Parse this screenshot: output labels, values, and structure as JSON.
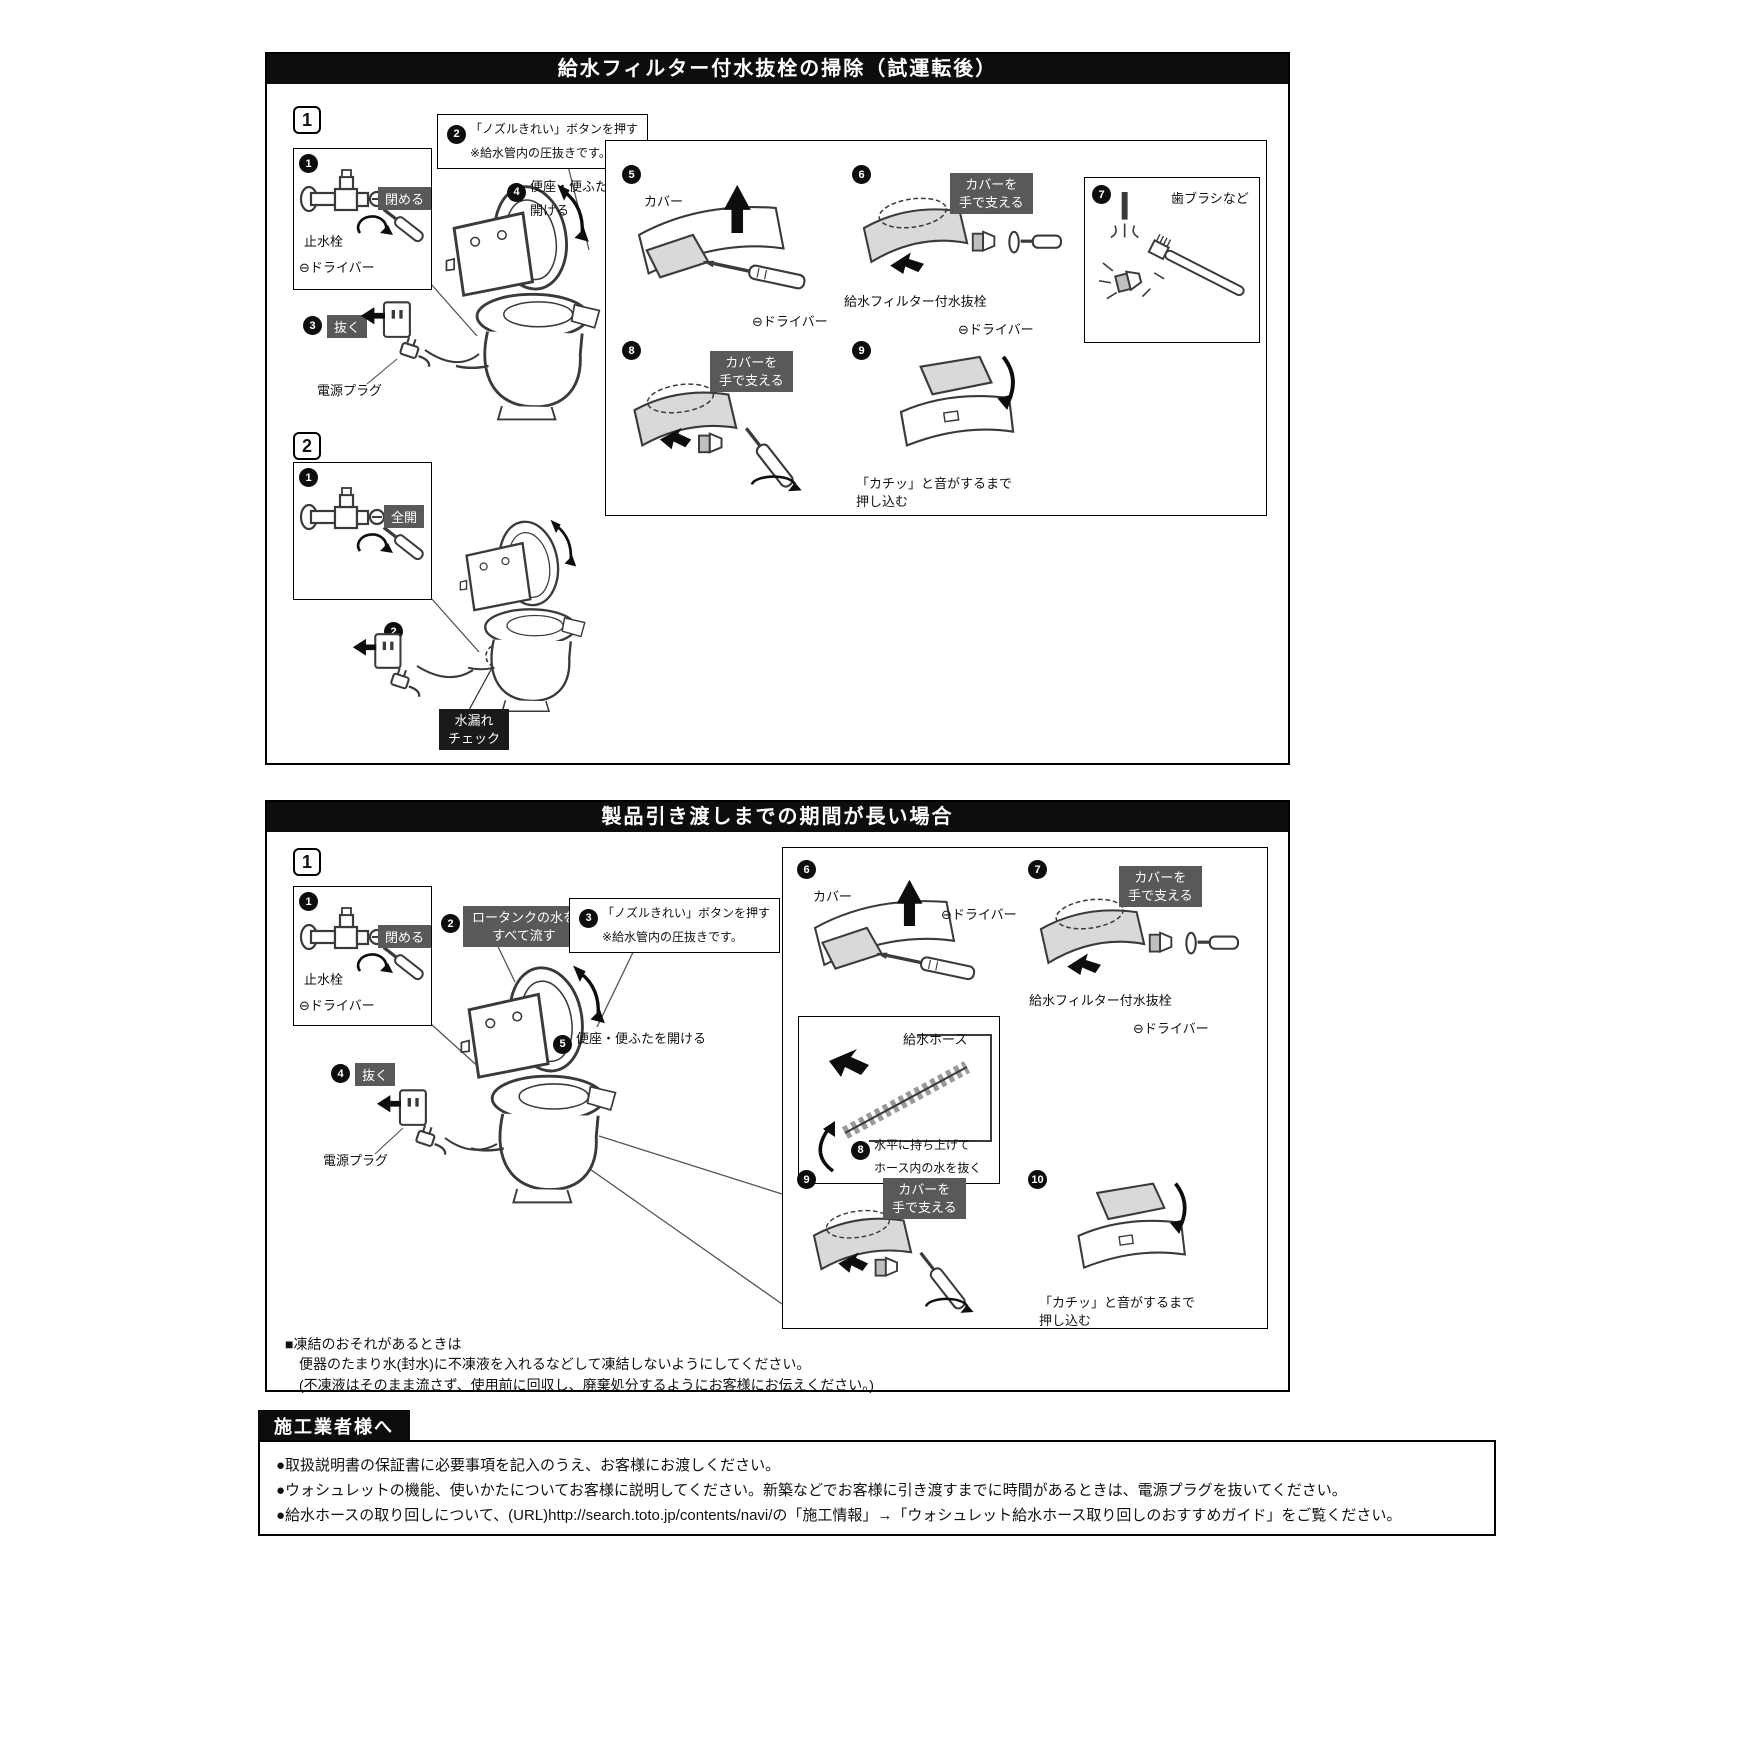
{
  "colors": {
    "header_bg": "#0d0d0d",
    "badge_bg": "#58595b",
    "leak_badge_bg": "#1a1a1a",
    "line_ink": "#3a3a3a"
  },
  "nums": {
    "n1": "1",
    "n2": "2",
    "n3": "3",
    "n4": "4",
    "n5": "5",
    "n6": "6",
    "n7": "7",
    "n8": "8",
    "n9": "9",
    "n10": "10"
  },
  "common": {
    "close": "閉める",
    "full_open": "全開",
    "stop_valve": "止水栓",
    "driver": "⊖ドライバー",
    "nozzle_line1": "「ノズルきれい」ボタンを押す",
    "nozzle_line2": "※給水管内の圧抜きです。",
    "pull": "抜く",
    "power_plug": "電源プラグ",
    "cover": "カバー",
    "hold_line1": "カバーを",
    "hold_line2": "手で支える",
    "filter_valve": "給水フィルター付水抜栓",
    "click_line1": "「カチッ」と音がするまで",
    "click_line2": "押し込む"
  },
  "section1": {
    "title": "給水フィルター付水抜栓の掃除（試運転後）",
    "step1_label": "1",
    "step2_label": "2",
    "open_seat_line1": "便座・便ふたを",
    "open_seat_line2": "開ける",
    "leak_line1": "水漏れ",
    "leak_line2": "チェック",
    "toothbrush": "歯ブラシなど"
  },
  "section2": {
    "title": "製品引き渡しまでの期間が長い場合",
    "step1_label": "1",
    "tank_line1": "ロータンクの水を",
    "tank_line2": "すべて流す",
    "open_seat": "便座・便ふたを開ける",
    "hose_label": "給水ホース",
    "hose_line1": "水平に持ち上げて",
    "hose_line2": "ホース内の水を抜く",
    "freeze_line1": "■凍結のおそれがあるときは",
    "freeze_line2": "便器のたまり水(封水)に不凍液を入れるなどして凍結しないようにしてください。",
    "freeze_line3": "(不凍液はそのまま流さず、使用前に回収し、廃棄処分するようにお客様にお伝えください。)"
  },
  "contractor": {
    "title": "施工業者様へ",
    "bullets": [
      "●取扱説明書の保証書に必要事項を記入のうえ、お客様にお渡しください。",
      "●ウォシュレットの機能、使いかたについてお客様に説明してください。新築などでお客様に引き渡すまでに時間があるときは、電源プラグを抜いてください。",
      "●給水ホースの取り回しについて、(URL)http://search.toto.jp/contents/navi/の「施工情報」→「ウォシュレット給水ホース取り回しのおすすめガイド」をご覧ください。"
    ]
  }
}
